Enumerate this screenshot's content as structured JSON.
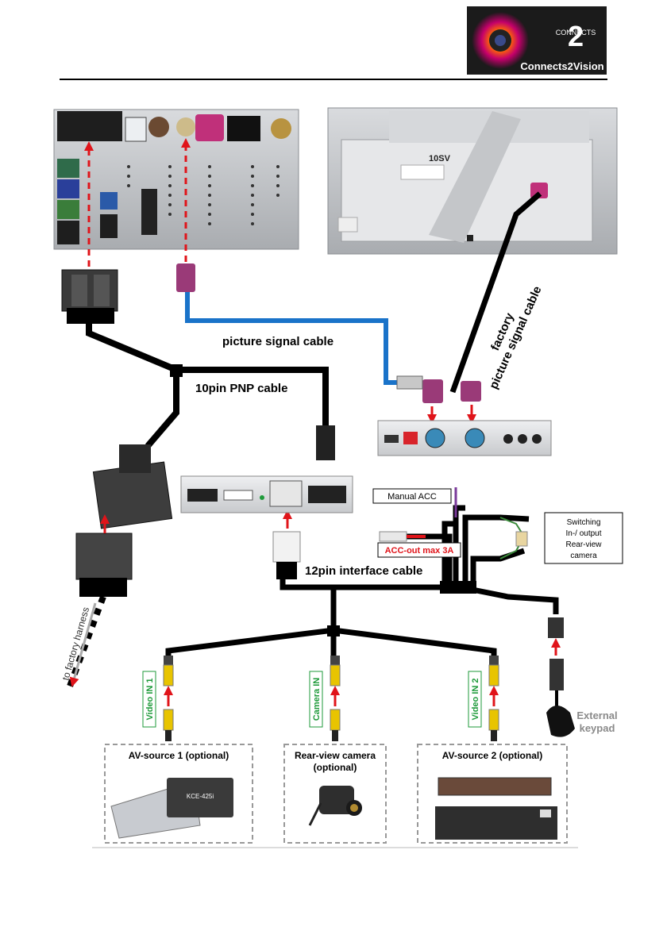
{
  "logo": {
    "brand": "Connects2Vision",
    "mark": "2",
    "word": "CONNECTS"
  },
  "labels": {
    "picture_signal_cable": "picture signal cable",
    "factory_cable_line1": "factory",
    "factory_cable_line2": "picture signal cable",
    "pnp_cable": "10pin PNP cable",
    "interface_cable": "12pin interface cable",
    "manual_acc": "Manual ACC",
    "acc_out": "ACC-out max 3A",
    "switching_line1": "Switching",
    "switching_line2": "In-/ output",
    "switching_line3": "Rear-view",
    "switching_line4": "camera",
    "factory_harness": "to factory harness",
    "video_in_1": "Video IN 1",
    "camera_in": "Camera IN",
    "video_in_2": "Video IN 2",
    "external_line1": "External",
    "external_line2": "keypad",
    "av_source_1": "AV-source 1 (optional)",
    "rear_cam_line1": "Rear-view camera",
    "rear_cam_line2": "(optional)",
    "av_source_2": "AV-source 2 (optional)",
    "radio_label": "10SV",
    "kce_label": "KCE-425i"
  },
  "colors": {
    "cable_black": "#000000",
    "cable_blue": "#1a73c9",
    "fakra_violet": "#9a3a78",
    "red_arrow": "#e0141a",
    "green_label": "#1e9a3a",
    "red_label": "#e0141a",
    "rca_yellow": "#e8c400"
  }
}
